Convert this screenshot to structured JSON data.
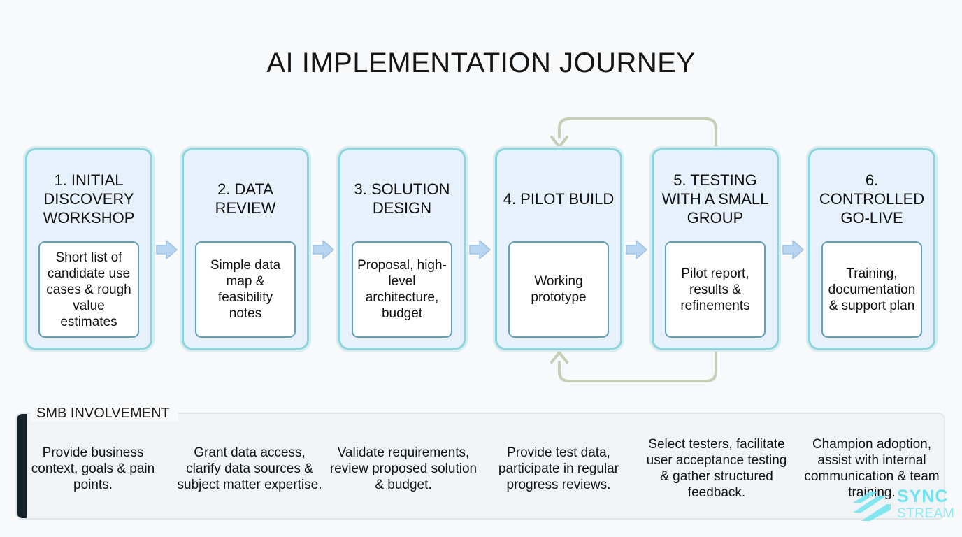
{
  "title": "AI IMPLEMENTATION JOURNEY",
  "stages": [
    {
      "title": "1. INITIAL DISCOVERY WORKSHOP",
      "output": "Short list of candidate use cases & rough value estimates"
    },
    {
      "title": "2. DATA REVIEW",
      "output": "Simple data map & feasibility notes"
    },
    {
      "title": "3. SOLUTION DESIGN",
      "output": "Proposal, high-level architecture, budget"
    },
    {
      "title": "4. PILOT BUILD",
      "output": "Working prototype"
    },
    {
      "title": "5. TESTING WITH A SMALL GROUP",
      "output": "Pilot report, results & refinements"
    },
    {
      "title": "6. CONTROLLED GO-LIVE",
      "output": "Training, documentation & support plan"
    }
  ],
  "involvement": {
    "label": "SMB INVOLVEMENT",
    "items": [
      "Provide business context, goals & pain points.",
      "Grant data access, clarify data sources & subject matter expertise.",
      "Validate requirements, review proposed solution & budget.",
      "Provide test data, participate in regular progress reviews.",
      "Select testers, facilitate user acceptance testing & gather structured feedback.",
      "Champion adoption, assist with internal communication & team training."
    ]
  },
  "logo": {
    "line1": "SYNC",
    "line2": "STREAM"
  },
  "colors": {
    "card_border": "#8fd3dc",
    "card_fill": "#e6f1fb",
    "inner_border": "#5e9fbb",
    "arrow": "#a9cbea",
    "loop": "#c7cdb6",
    "panel_bar": "#14232b"
  }
}
